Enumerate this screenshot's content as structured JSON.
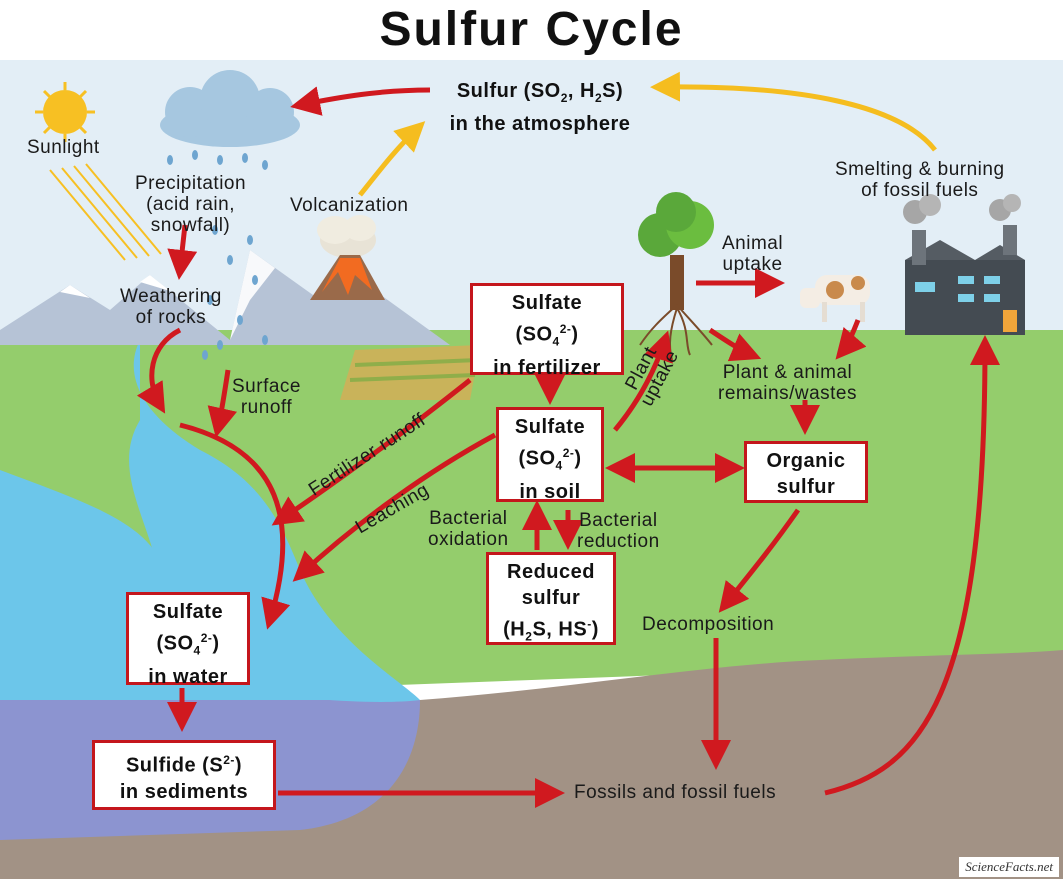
{
  "title": "Sulfur Cycle",
  "atmosphere": {
    "line1": "Sulfur (SO",
    "line1_sub": "2",
    "line1_mid": ", H",
    "line1_sub2": "2",
    "line1_end": "S)",
    "line2": "in the atmosphere"
  },
  "labels": {
    "sunlight": "Sunlight",
    "precipitation": [
      "Precipitation",
      "(acid rain,",
      "snowfall)"
    ],
    "volcanization": "Volcanization",
    "weathering": [
      "Weathering",
      "of rocks"
    ],
    "surface_runoff": [
      "Surface",
      "runoff"
    ],
    "smelting": [
      "Smelting & burning",
      "of fossil fuels"
    ],
    "animal_uptake": [
      "Animal",
      "uptake"
    ],
    "plant_uptake": [
      "Plant",
      "uptake"
    ],
    "remains": [
      "Plant & animal",
      "remains/wastes"
    ],
    "fertilizer_runoff": "Fertilizer runoff",
    "leaching": "Leaching",
    "bacterial_oxidation": [
      "Bacterial",
      "oxidation"
    ],
    "bacterial_reduction": [
      "Bacterial",
      "reduction"
    ],
    "decomposition": "Decomposition",
    "fossils": "Fossils and fossil fuels"
  },
  "boxes": {
    "fertilizer": {
      "l1": "Sulfate",
      "l2": "(SO",
      "sub": "4",
      "sup": "2-",
      "l2end": ")",
      "l3": "in fertilizer"
    },
    "soil": {
      "l1": "Sulfate",
      "l2": "(SO",
      "sub": "4",
      "sup": "2-",
      "l2end": ")",
      "l3": "in soil"
    },
    "organic": {
      "l1": "Organic",
      "l2": "sulfur"
    },
    "reduced": {
      "l1": "Reduced",
      "l2": "sulfur",
      "l3a": "(H",
      "sub": "2",
      "l3b": "S, HS",
      "sup": "-",
      "l3c": ")"
    },
    "water": {
      "l1": "Sulfate",
      "l2": "(SO",
      "sub": "4",
      "sup": "2-",
      "l2end": ")",
      "l3": "in water"
    },
    "sediments": {
      "l1": "Sulfide (S",
      "sup": "2-",
      "l1end": ")",
      "l2": "in sediments"
    }
  },
  "logo": "ScienceFacts.net",
  "colors": {
    "arrow_red": "#d0191f",
    "arrow_yellow": "#f5bd1f",
    "sky": "#e2eef6",
    "grass": "#93cd6b",
    "water": "#6cc6ea",
    "deep_water": "#8c94d0",
    "soil": "#a29285"
  }
}
